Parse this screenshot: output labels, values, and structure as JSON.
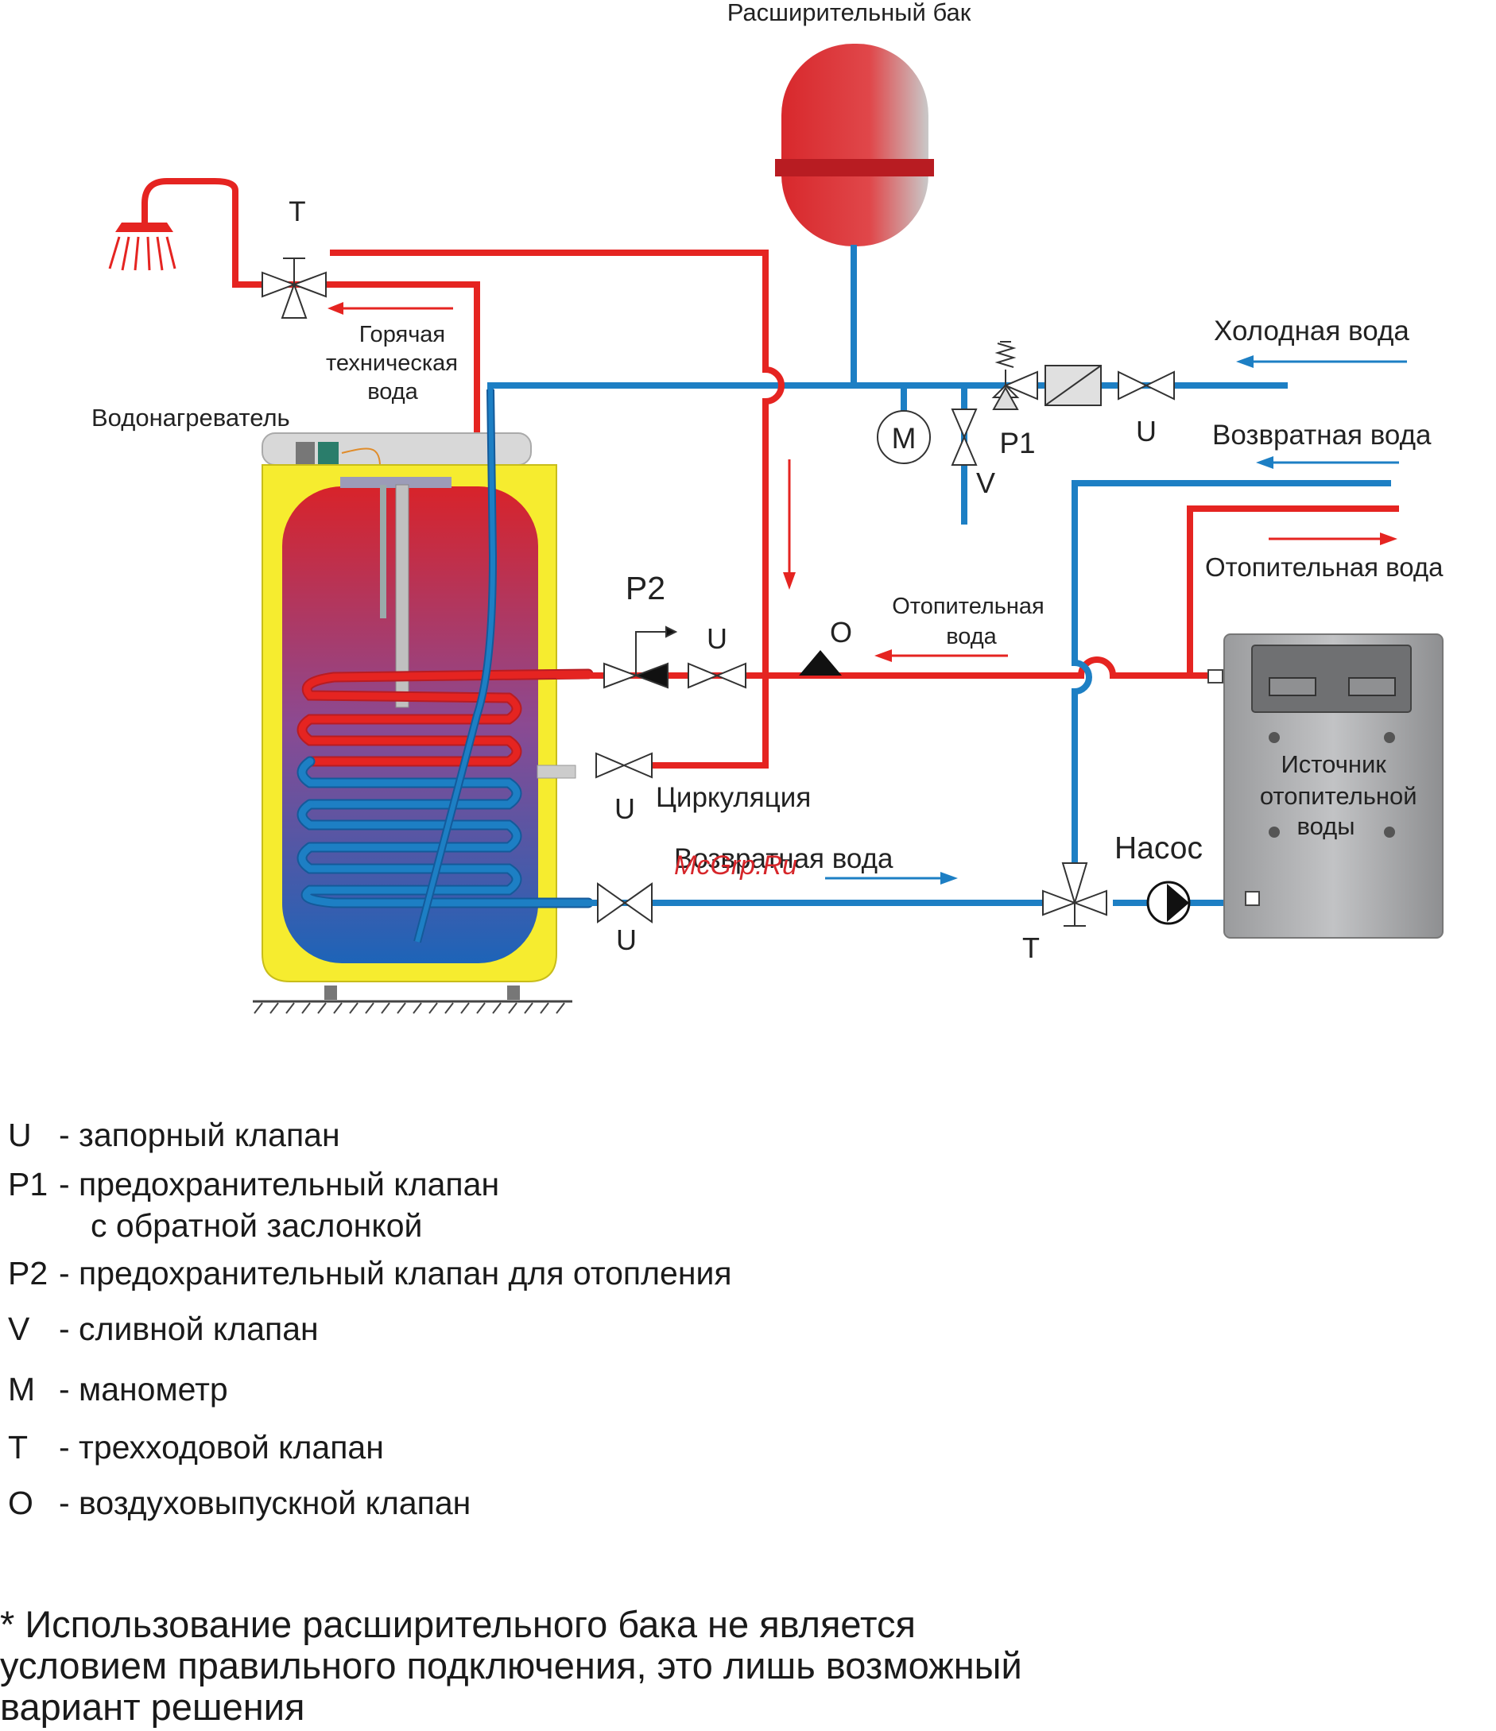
{
  "diagram": {
    "expansion_tank": "Расширительный бак",
    "cold_water": "Холодная вода",
    "return_water_top": "Возвратная вода",
    "heating_water_top": "Отопительная вода",
    "heating_water_mid": [
      "Отопительная",
      "вода"
    ],
    "hot_water": [
      "Горячая",
      "техническая",
      "вода"
    ],
    "water_heater": "Водонагреватель",
    "heat_source": [
      "Источник",
      "отопительной",
      "воды"
    ],
    "pump": "Насос",
    "circulation": "Циркуляция",
    "return_water_bottom": "Возвратная вода",
    "watermark": "McGrp.Ru",
    "codes": {
      "T": "T",
      "M": "M",
      "P1": "P1",
      "V": "V",
      "U": "U",
      "P2": "P2",
      "O": "O"
    }
  },
  "legend": [
    {
      "code": "U",
      "text": "- запорный клапан"
    },
    {
      "code": "P1",
      "text": "- предохранительный клапан",
      "text2": "с обратной заслонкой"
    },
    {
      "code": "P2",
      "text": "- предохранительный клапан для отопления"
    },
    {
      "code": "V",
      "text": "- сливной клапан"
    },
    {
      "code": "M",
      "text": "- манометр"
    },
    {
      "code": "T",
      "text": "- трехходовой клапан"
    },
    {
      "code": "O",
      "text": "- воздуховыпускной клапан"
    }
  ],
  "note": [
    "* Использование расширительного бака не является",
    "условием правильного подключения, это лишь возможный",
    "вариант решения"
  ],
  "colors": {
    "hot_pipe": "#e52421",
    "cold_pipe": "#1d7fc4",
    "boiler_shell": "#f6ec2f",
    "tank_red": "#d8282c",
    "source_grey": "#a8a9ab"
  }
}
